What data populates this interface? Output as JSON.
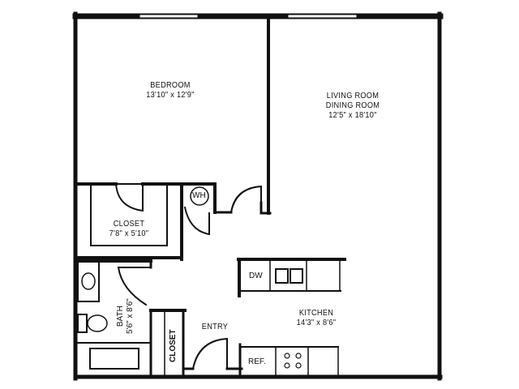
{
  "rooms": {
    "bedroom": {
      "name": "BEDROOM",
      "dimensions": "13'10\" x 12'9\""
    },
    "living": {
      "name_line1": "LIVING ROOM",
      "name_line2": "DINING ROOM",
      "dimensions": "12'5\" x 18'10\""
    },
    "closet_main": {
      "name": "CLOSET",
      "dimensions": "7'8\" x 5'10\""
    },
    "bath": {
      "name": "BATH",
      "dimensions": "5'6\" x 8'6\""
    },
    "closet_entry": {
      "name": "CLOSET"
    },
    "entry": {
      "name": "ENTRY"
    },
    "kitchen": {
      "name": "KITCHEN",
      "dimensions": "14'3\" x 8'6\""
    }
  },
  "fixtures": {
    "water_heater": "WH",
    "dishwasher": "DW",
    "refrigerator": "REF."
  },
  "colors": {
    "wall": "#111111",
    "background": "#ffffff"
  }
}
